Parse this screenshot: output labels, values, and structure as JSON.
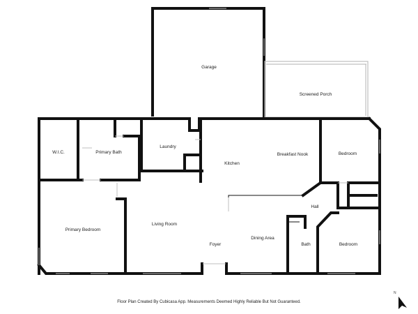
{
  "rooms": {
    "garage": "Garage",
    "screened_porch": "Screened Porch",
    "wic": "W.I.C.",
    "primary_bath": "Primary Bath",
    "laundry": "Laundry",
    "kitchen": "Kitchen",
    "breakfast_nook": "Breakfast Nook",
    "bedroom_1": "Bedroom",
    "primary_bedroom": "Primary Bedroom",
    "living_room": "Living Room",
    "hall": "Hall",
    "foyer": "Foyer",
    "dining_area": "Dining Area",
    "bath": "Bath",
    "bedroom_2": "Bedroom"
  },
  "footer": {
    "note": "Floor Plan Created By Cubicasa App. Measurements Deemed Highly Reliable But Not Guaranteed."
  },
  "compass": {
    "label": "N"
  },
  "colors": {
    "wall": "#111111",
    "window": "#bfbfbf",
    "label": "#222222"
  }
}
